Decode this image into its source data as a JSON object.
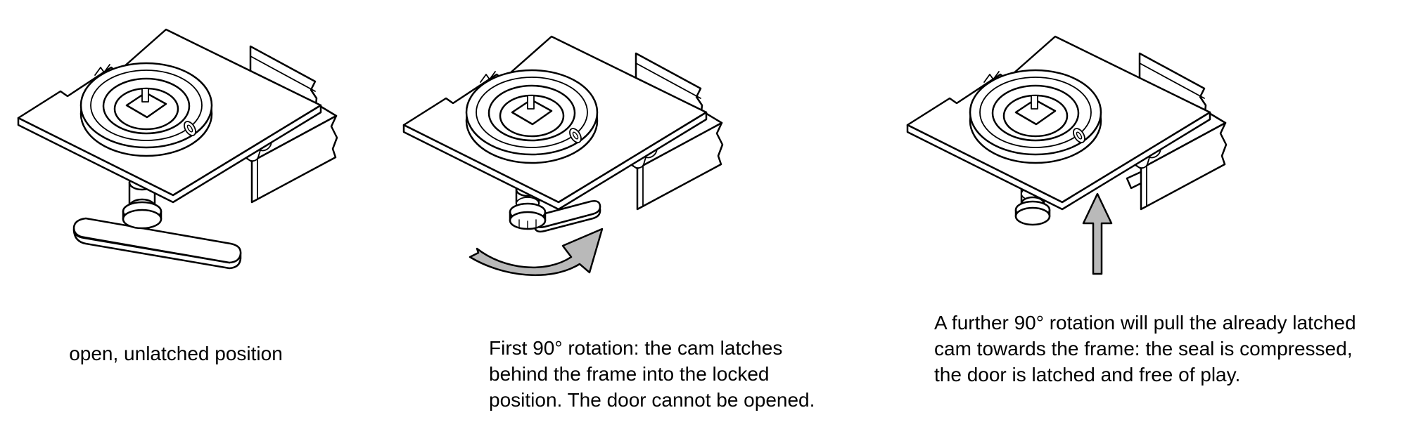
{
  "figure": {
    "background": "#ffffff",
    "line_color": "#000000",
    "arrow_fill": "#b9b9b9"
  },
  "panels": [
    {
      "id": "open",
      "caption": "open, unlatched position"
    },
    {
      "id": "first-rotation",
      "caption": "First 90° rotation: the cam latches behind the frame into the locked position. The door cannot be opened.",
      "arrow": "rotation-arrow"
    },
    {
      "id": "second-rotation",
      "caption": "A further 90° rotation will pull the already latched cam towards the frame: the seal is compressed, the door is latched and free of play.",
      "arrow": "up-arrow"
    }
  ]
}
